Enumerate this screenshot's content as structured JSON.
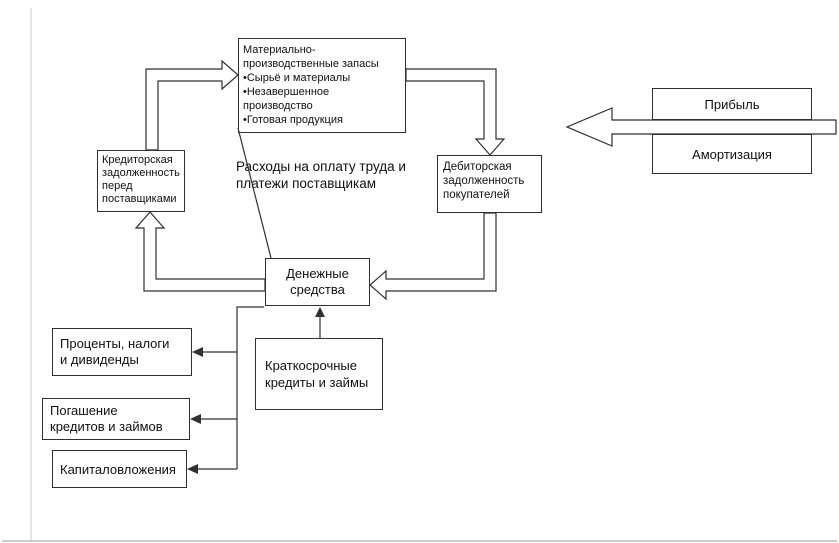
{
  "page": {
    "background": "#ffffff",
    "line_color": "#303030"
  },
  "diagram": {
    "inventory": {
      "title_lines": [
        "Материально-",
        "производственные запасы"
      ],
      "items": [
        "Сырьё и материалы",
        "Незавершенное производство",
        "Готовая продукция"
      ]
    },
    "creditors": {
      "lines": [
        "Кредиторская",
        "задолженность",
        "перед",
        "поставщиками"
      ]
    },
    "debtors": {
      "lines": [
        "Дебиторская",
        "задолженность",
        "покупателей"
      ]
    },
    "cash": {
      "lines": [
        "Денежные",
        "средства"
      ]
    },
    "expenses_label": {
      "lines": [
        "Расходы на оплату труда и",
        "платежи поставщикам"
      ]
    },
    "short_term_loans": {
      "lines": [
        "Краткосрочные",
        "кредиты и займы"
      ]
    },
    "interest_taxes_dividends": {
      "lines": [
        "Проценты, налоги",
        "и дивиденды"
      ]
    },
    "loan_repayment": {
      "lines": [
        "Погашение",
        "кредитов и займов"
      ]
    },
    "capital_investments": {
      "label": "Капиталовложения"
    },
    "profit": {
      "label": "Прибыль"
    },
    "amortization": {
      "label": "Амортизация"
    }
  }
}
